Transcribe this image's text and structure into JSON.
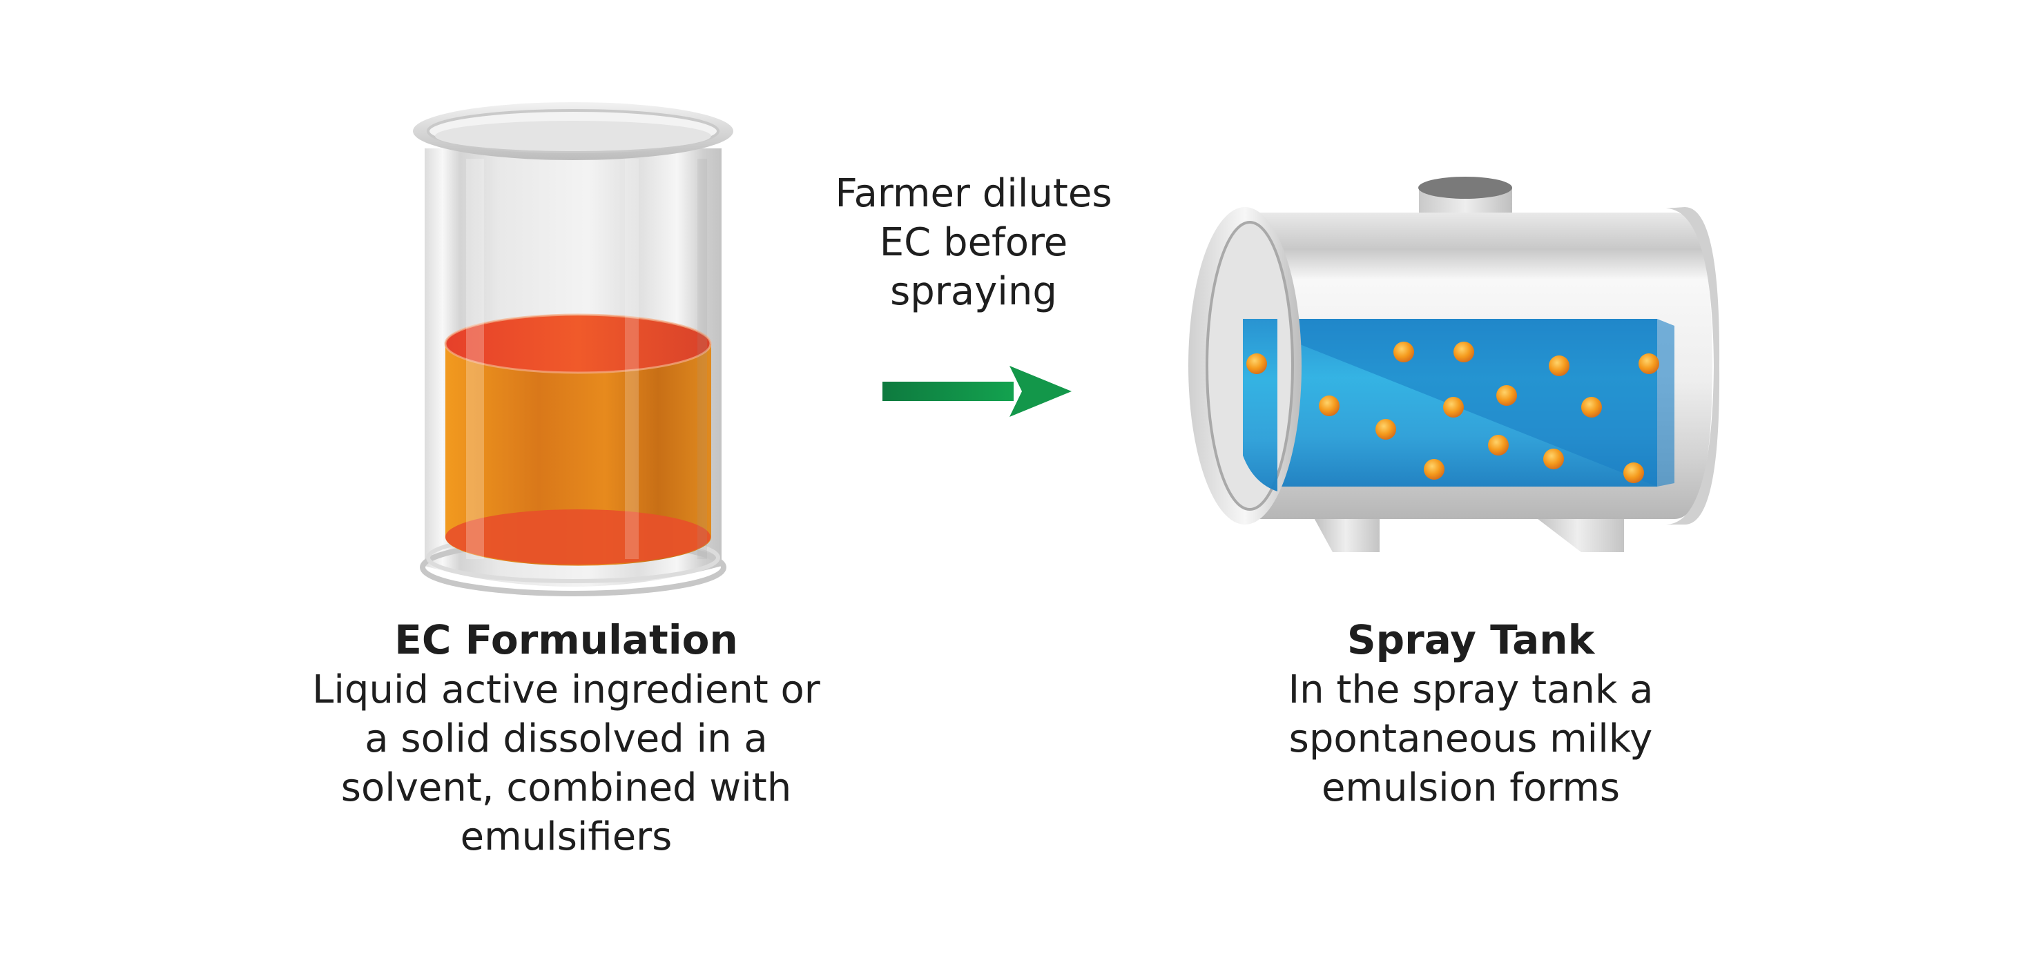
{
  "arrow_label": {
    "lines": [
      "Farmer dilutes",
      "EC before",
      "spraying"
    ]
  },
  "left_panel": {
    "title": "EC Formulation",
    "lines": [
      "Liquid active ingredient or",
      "a solid dissolved in a",
      "solvent, combined with",
      "emulsifiers"
    ]
  },
  "right_panel": {
    "title": "Spray Tank",
    "lines": [
      "In the spray tank a",
      "spontaneous milky",
      "emulsion forms"
    ]
  },
  "colors": {
    "liquid_orange": "#f0951e",
    "liquid_red": "#e8502a",
    "water_blue": "#2ba3dc",
    "arrow_green": "#13844a",
    "droplet_orange": "#f59a1c"
  },
  "icons": {
    "container": "glass-beaker-icon",
    "arrow": "right-arrow-icon",
    "tank": "spray-tank-icon",
    "droplet": "emulsion-droplet-icon"
  }
}
